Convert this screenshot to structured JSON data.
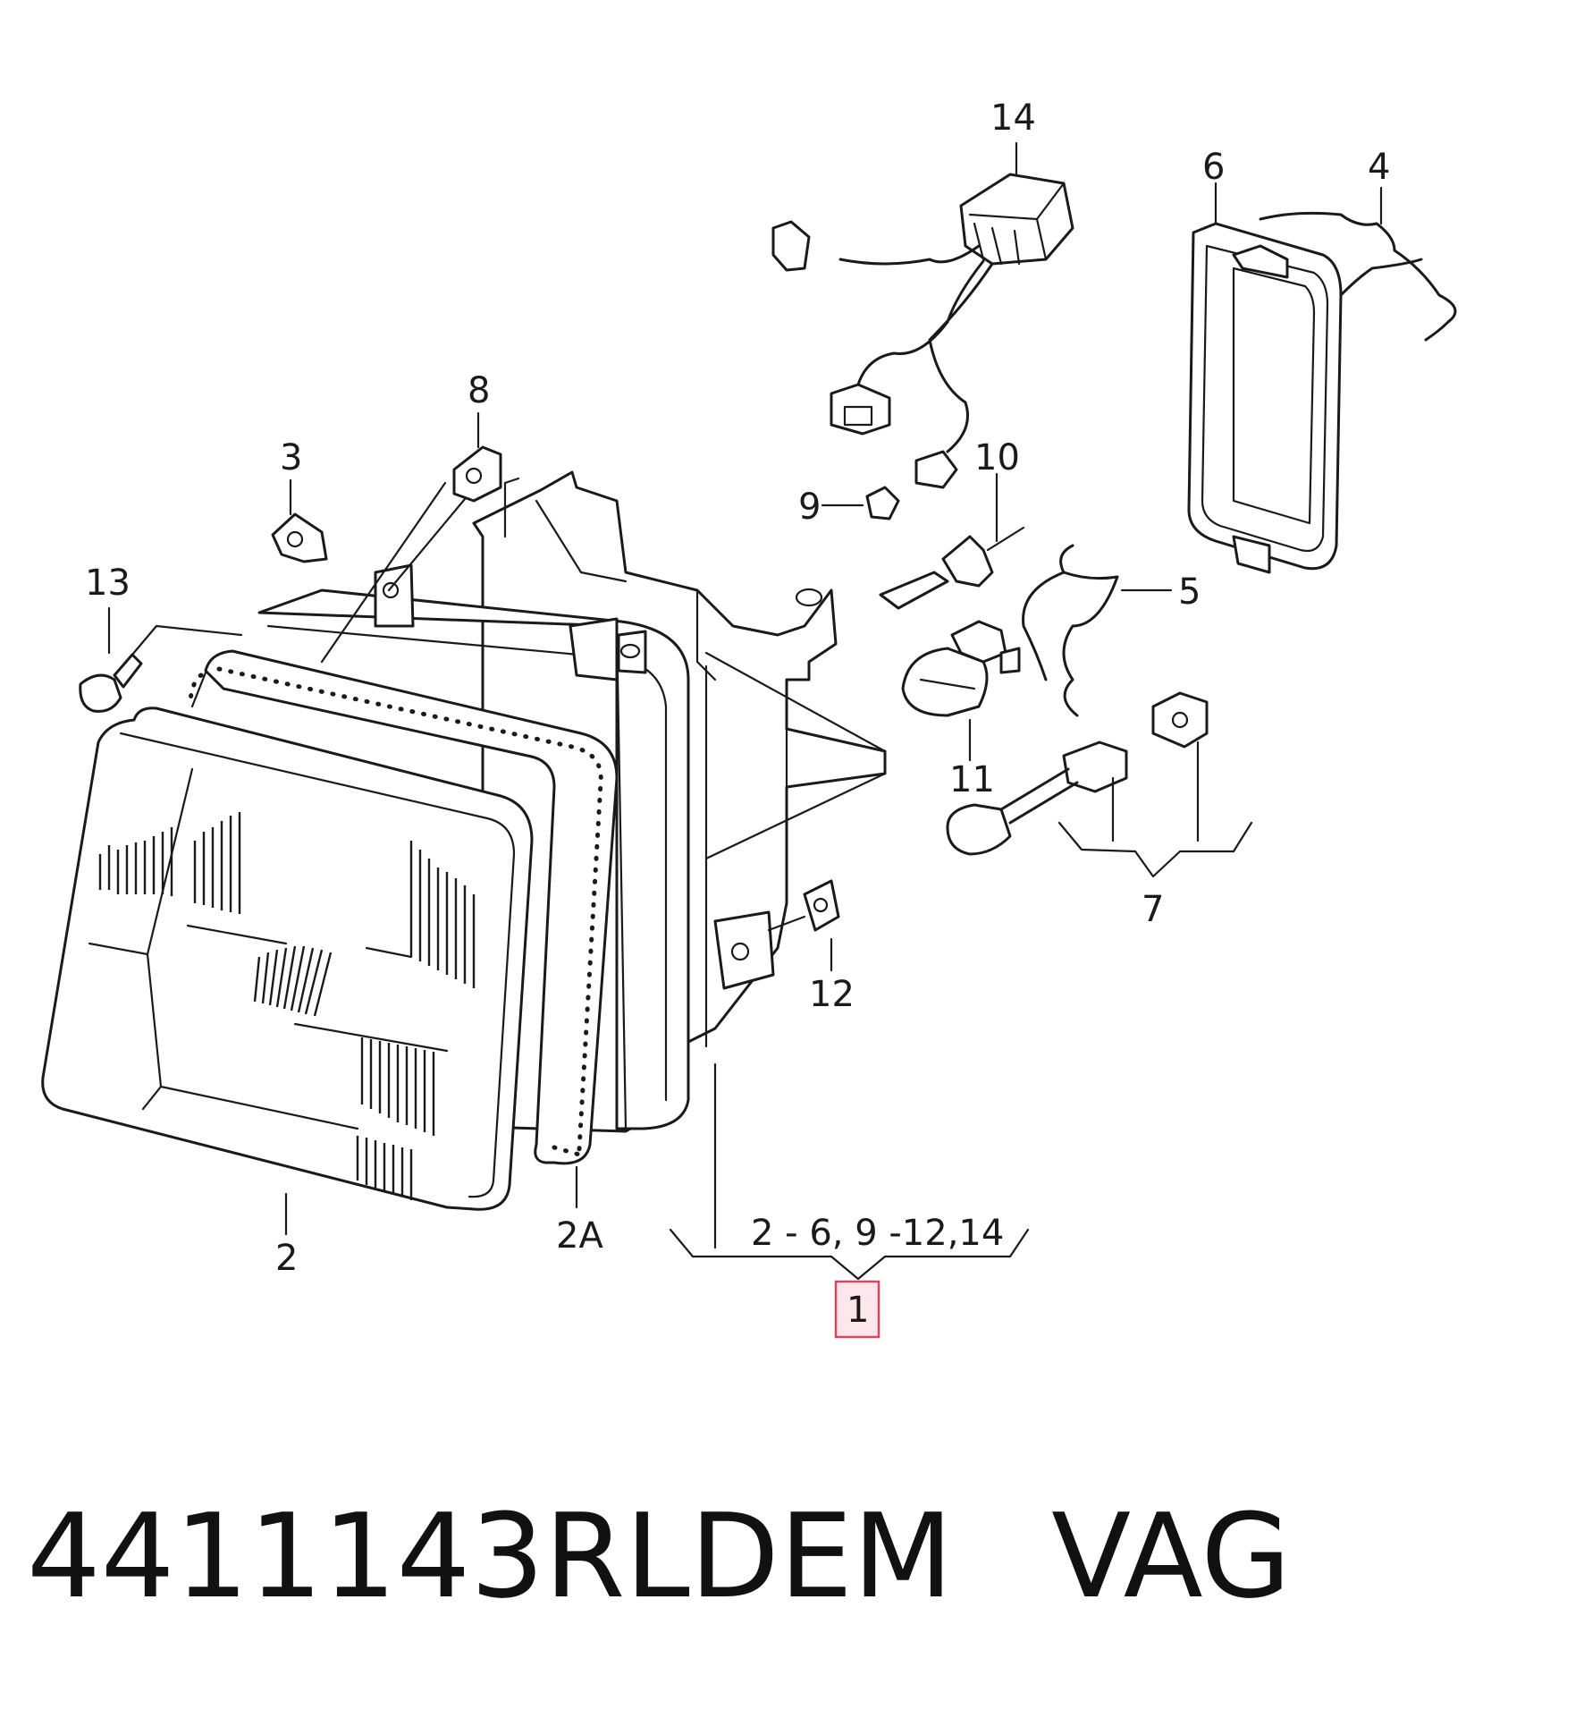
{
  "labels": {
    "l14": "14",
    "l6": "6",
    "l4": "4",
    "l8": "8",
    "l3": "3",
    "l10": "10",
    "l9": "9",
    "l13": "13",
    "l5": "5",
    "l11": "11",
    "l7": "7",
    "l12": "12",
    "l2": "2",
    "l2a": "2A",
    "group": "2 - 6, 9 -12,14",
    "l1": "1"
  },
  "footer": {
    "part_number": "4411143RLDEM",
    "brand": "VAG"
  },
  "colors": {
    "highlight_fill": "#fde7ea",
    "highlight_stroke": "#d9455f",
    "ink": "#1a1a1a"
  }
}
